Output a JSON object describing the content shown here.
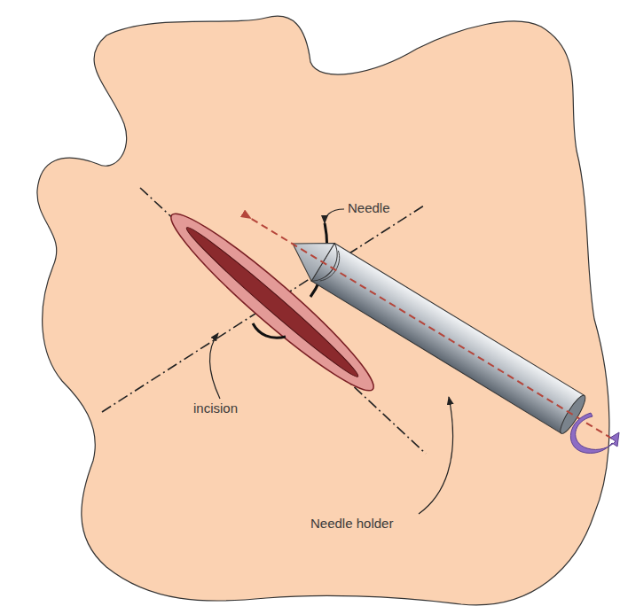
{
  "diagram": {
    "labels": [
      "Needle",
      "incision",
      "Needle holder"
    ]
  }
}
